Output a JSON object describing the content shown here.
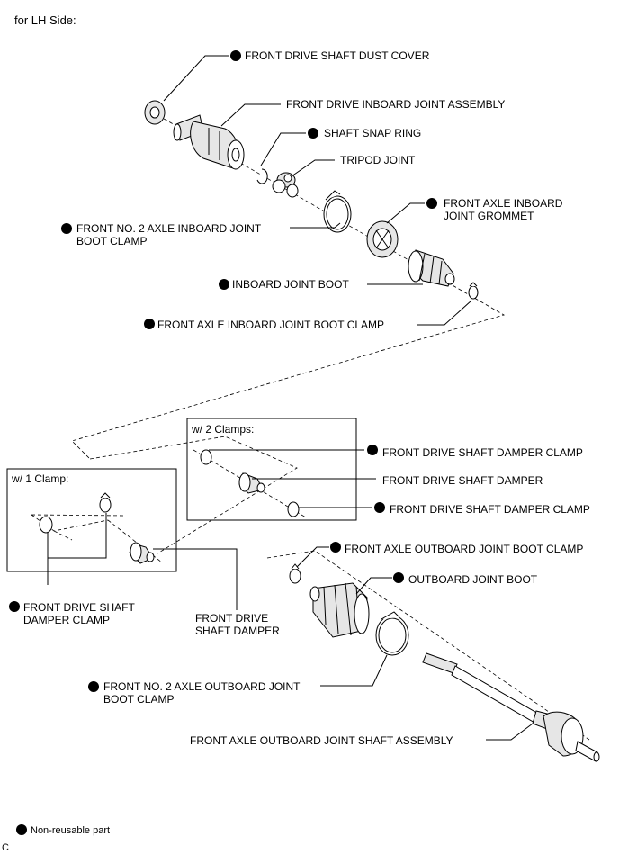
{
  "header": {
    "title": "for LH Side:"
  },
  "boxes": {
    "two_clamps": "w/ 2 Clamps:",
    "one_clamp": "w/ 1 Clamp:"
  },
  "labels": {
    "dust_cover": "FRONT DRIVE SHAFT DUST COVER",
    "inboard_joint_assembly": "FRONT DRIVE INBOARD JOINT ASSEMBLY",
    "snap_ring": "SHAFT SNAP RING",
    "tripod_joint": "TRIPOD JOINT",
    "grommet_l1": "FRONT AXLE INBOARD",
    "grommet_l2": "JOINT GROMMET",
    "no2_inboard_clamp_l1": "FRONT NO. 2 AXLE INBOARD JOINT",
    "no2_inboard_clamp_l2": "BOOT CLAMP",
    "inboard_boot": "INBOARD JOINT BOOT",
    "inboard_boot_clamp": "FRONT AXLE INBOARD JOINT BOOT CLAMP",
    "damper_clamp_2a": "FRONT DRIVE SHAFT DAMPER CLAMP",
    "damper_2": "FRONT DRIVE SHAFT DAMPER",
    "damper_clamp_2b": "FRONT DRIVE SHAFT DAMPER CLAMP",
    "damper_clamp_1_l1": "FRONT DRIVE SHAFT",
    "damper_clamp_1_l2": "DAMPER CLAMP",
    "damper_1_l1": "FRONT DRIVE",
    "damper_1_l2": "SHAFT DAMPER",
    "outboard_boot_clamp": "FRONT AXLE OUTBOARD JOINT BOOT CLAMP",
    "outboard_boot": "OUTBOARD JOINT BOOT",
    "no2_outboard_clamp_l1": "FRONT NO. 2 AXLE OUTBOARD JOINT",
    "no2_outboard_clamp_l2": "BOOT CLAMP",
    "outboard_shaft_assembly": "FRONT AXLE OUTBOARD JOINT SHAFT ASSEMBLY"
  },
  "legend": {
    "non_reusable": "Non-reusable part",
    "marker_icon": "filled-circle-icon"
  },
  "footer": {
    "code": "C"
  }
}
